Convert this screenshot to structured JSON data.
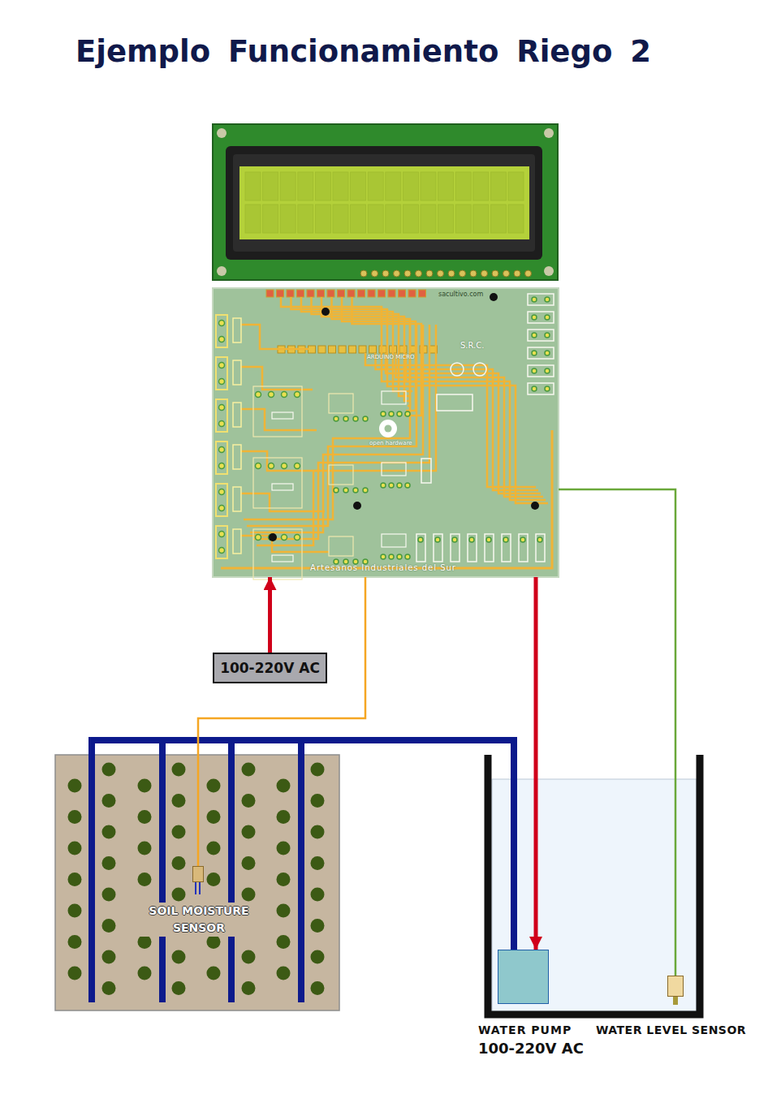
{
  "diagram": {
    "title": "Ejemplo Funcionamiento Riego 2",
    "nodes": [
      {
        "text": [
          "Artesanos Industriales del Sur"
        ]
      },
      {
        "text": [
          "100-220V AC"
        ]
      },
      {
        "text": [
          "SOIL MOISTURE SENSOR"
        ]
      },
      {
        "text": [
          "WATER PUMP",
          "100-220V AC"
        ]
      },
      {
        "text": [
          "WATER LEVEL SENSOR"
        ]
      }
    ],
    "edges": [
      {
        "from": 1,
        "to": 0,
        "arrow": "to"
      },
      {
        "from": 0,
        "to": 3,
        "arrow": "to"
      },
      {
        "from": 0,
        "to": 2,
        "arrow": "none"
      },
      {
        "from": 0,
        "to": 4,
        "arrow": "none"
      }
    ],
    "labels": [
      "sacultivo.com",
      "S.R.C.",
      "ARDUINO MICRO",
      "open hardware"
    ]
  }
}
